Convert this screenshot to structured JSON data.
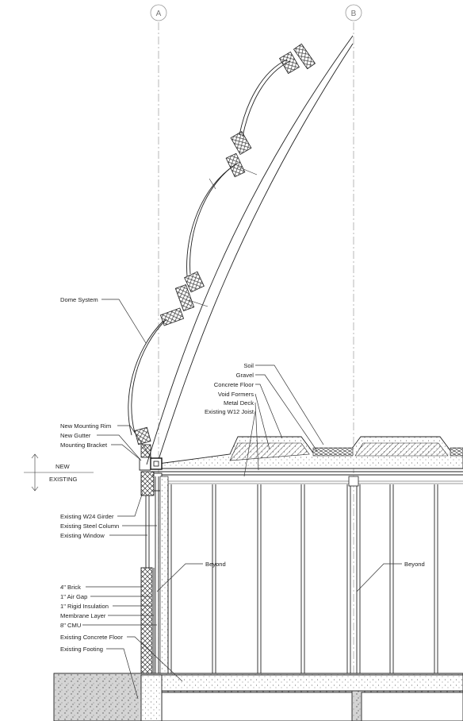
{
  "grid": {
    "a": "A",
    "b": "B"
  },
  "level": {
    "new": "NEW",
    "existing": "EXISTING"
  },
  "labels": {
    "dome_system": "Dome System",
    "soil": "Soil",
    "gravel": "Gravel",
    "concrete_floor": "Concrete Floor",
    "void_formers": "Void Formers",
    "metal_deck": "Metal Deck",
    "existing_w12_joist": "Existing W12 Joist",
    "new_mounting_rim": "New Mounting Rim",
    "new_gutter": "New Gutter",
    "mounting_bracket": "Mounting Bracket",
    "existing_w24_girder": "Existing W24 Girder",
    "existing_steel_column": "Existing Steel Column",
    "existing_window": "Existing Window",
    "beyond_left": "Beyond",
    "beyond_right": "Beyond",
    "brick": "4\" Brick",
    "air_gap": "1\" Air Gap",
    "rigid_insulation": "1\" Rigid Insulation",
    "membrane_layer": "Membrane Layer",
    "cmu": "8\" CMU",
    "existing_concrete_floor": "Existing Concrete Floor",
    "existing_footing": "Existing Footing"
  },
  "colors": {
    "line": "#222222",
    "concrete": "#d9d9d9",
    "grid": "#888888"
  }
}
